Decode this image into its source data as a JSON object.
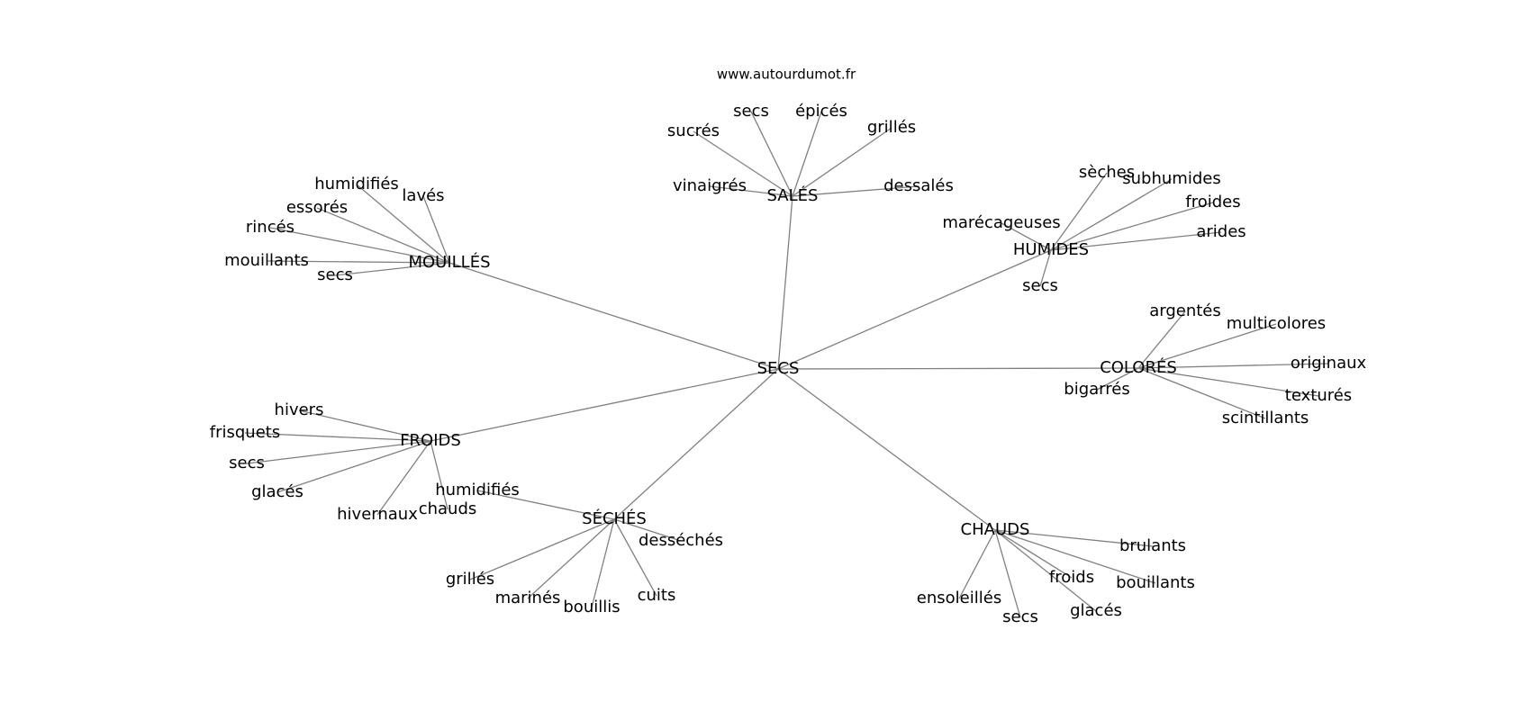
{
  "site": "www.autourdumot.fr",
  "center": "SECS",
  "groups": [
    {
      "hub": "SALÉS",
      "words": [
        "sucrés",
        "secs",
        "épicés",
        "grillés",
        "vinaigrés",
        "dessalés"
      ]
    },
    {
      "hub": "MOUILLÉS",
      "words": [
        "humidifiés",
        "lavés",
        "essorés",
        "rincés",
        "mouillants",
        "secs"
      ]
    },
    {
      "hub": "HUMIDES",
      "words": [
        "sèches",
        "subhumides",
        "froides",
        "marécageuses",
        "arides",
        "secs"
      ]
    },
    {
      "hub": "COLORÉS",
      "words": [
        "argentés",
        "multicolores",
        "originaux",
        "bigarrés",
        "texturés",
        "scintillants"
      ]
    },
    {
      "hub": "FROIDS",
      "words": [
        "hivers",
        "frisquets",
        "secs",
        "glacés",
        "hivernaux",
        "chauds"
      ]
    },
    {
      "hub": "SÉCHÉS",
      "words": [
        "humidifiés",
        "desséchés",
        "grillés",
        "marinés",
        "bouillis",
        "cuits"
      ]
    },
    {
      "hub": "CHAUDS",
      "words": [
        "brulants",
        "froids",
        "bouillants",
        "ensoleillés",
        "secs",
        "glacés"
      ]
    }
  ]
}
